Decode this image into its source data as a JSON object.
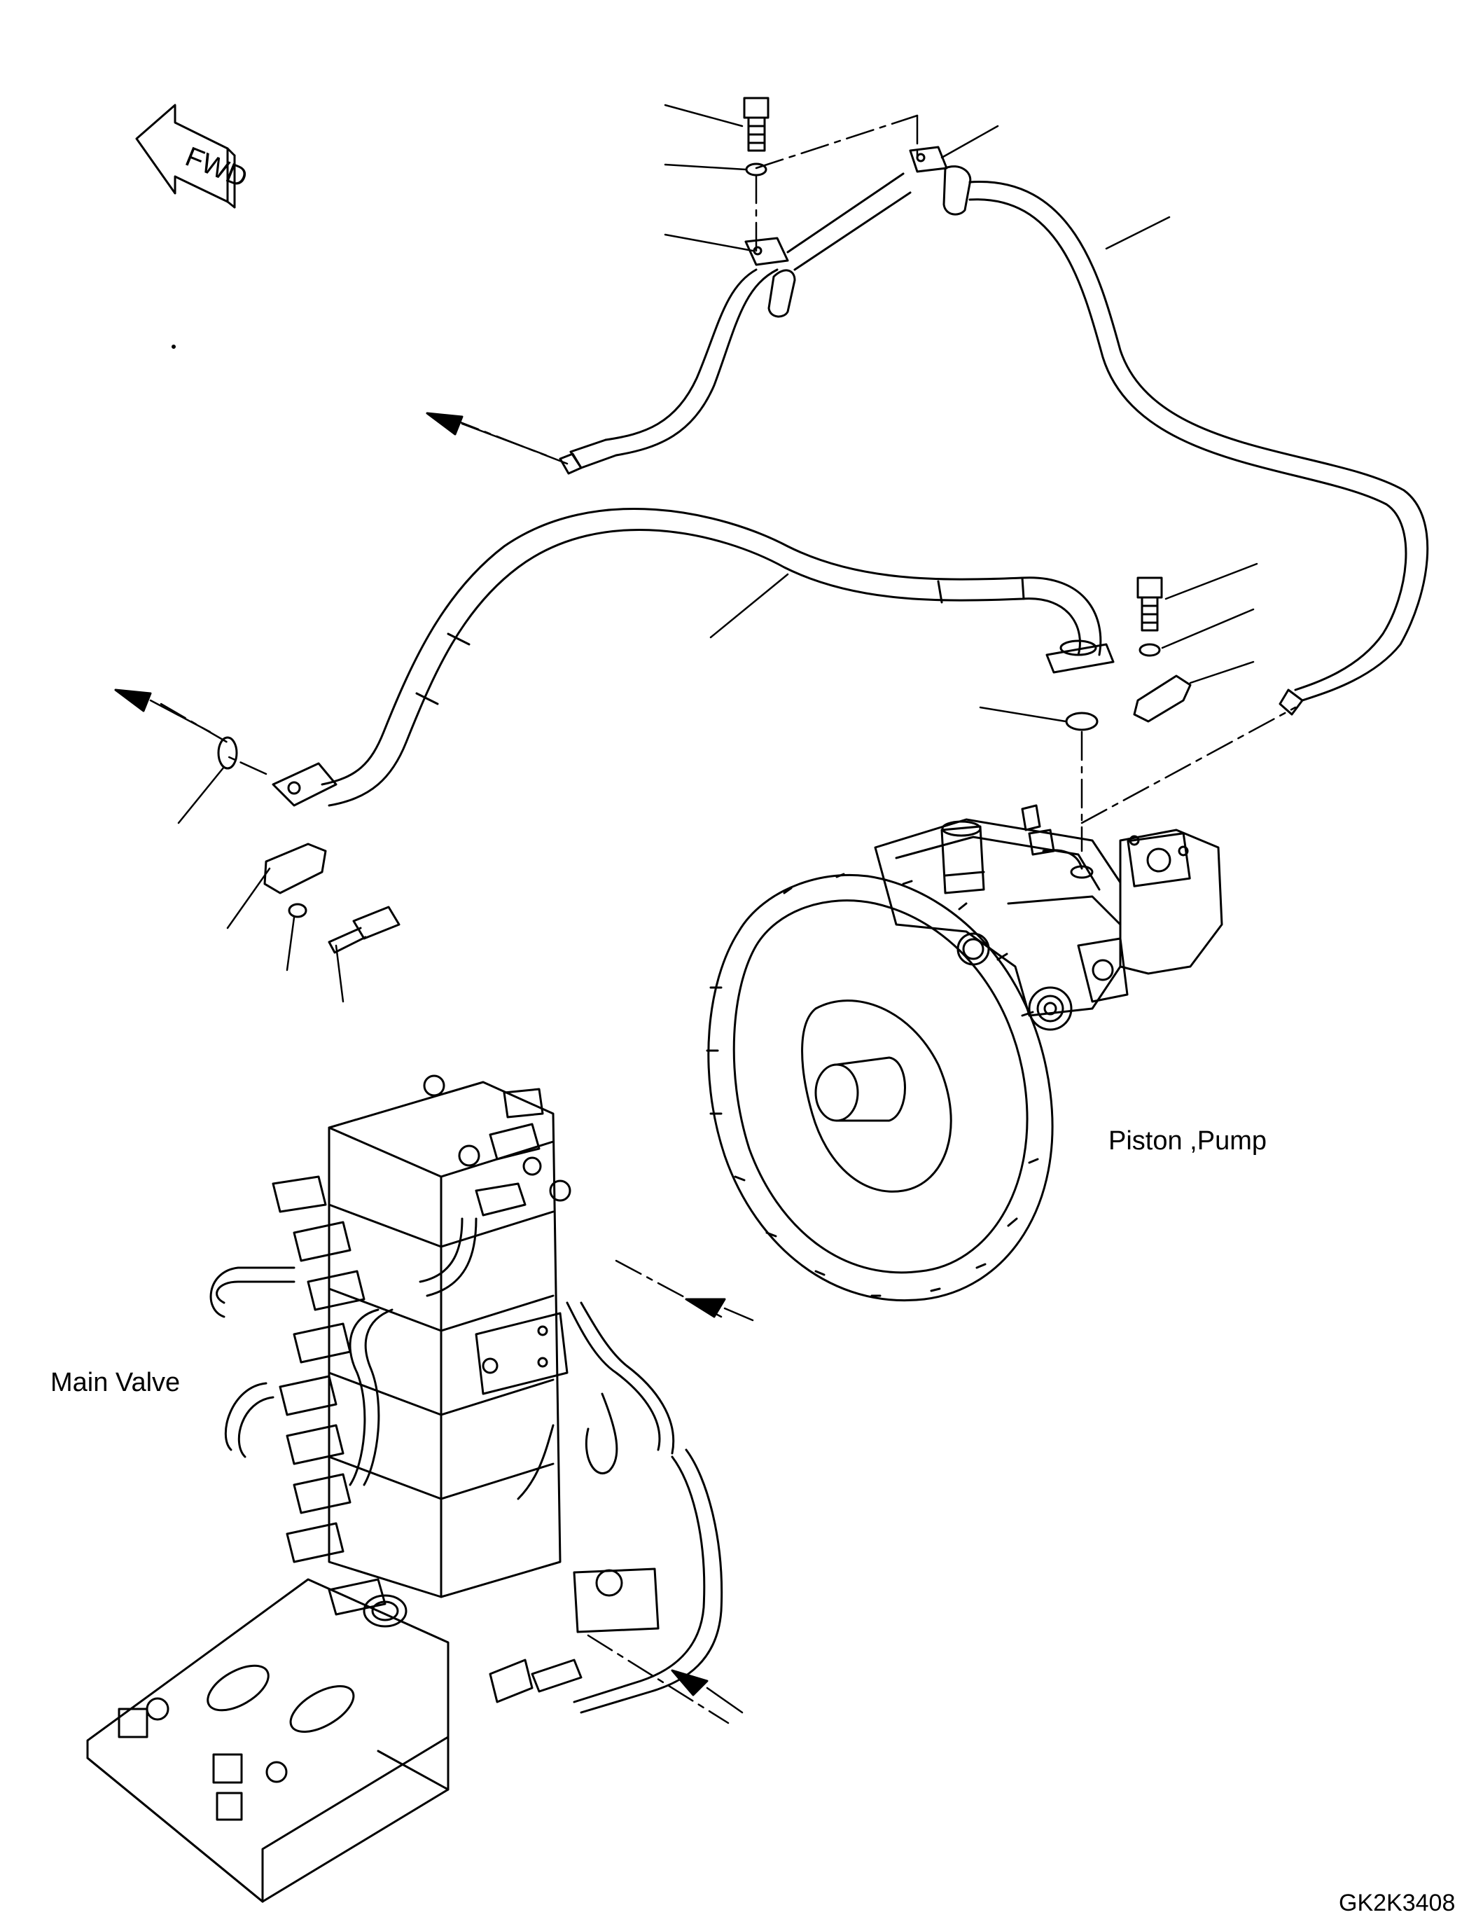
{
  "labels": {
    "fwd": "FWD",
    "pump": "Piston ,Pump",
    "valve": "Main Valve",
    "drawing_code": "GK2K3408"
  },
  "colors": {
    "line": "#000000",
    "background": "#ffffff"
  }
}
